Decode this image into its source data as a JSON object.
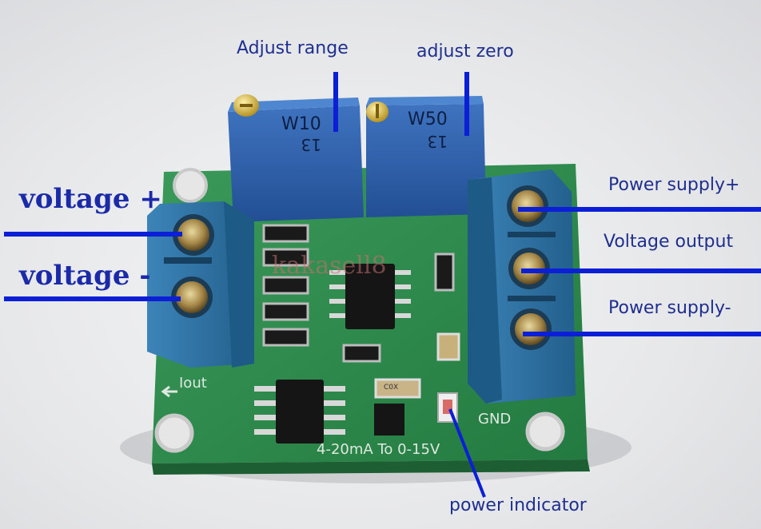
{
  "annotations": {
    "adjust_range": "Adjust range",
    "adjust_zero": "adjust zero",
    "voltage_plus": "voltage +",
    "voltage_minus": "voltage -",
    "power_supply_plus": "Power supply+",
    "voltage_output": "Voltage output",
    "power_supply_minus": "Power supply-",
    "power_indicator": "power indicator"
  },
  "board_text": {
    "pot_left_code": "W10",
    "pot_left_num": "13",
    "pot_right_code": "W50",
    "pot_right_num": "13",
    "iout": "Iout",
    "gnd": "GND",
    "model": "4-20mA To 0-15V",
    "cap_label": "C0X",
    "watermark": "kakasell8"
  },
  "colors": {
    "annotation": "#1f2f8f",
    "arrow": "#0a1fd6",
    "board": "#2f8a4d",
    "terminal": "#2f6f9e",
    "potentiometer": "#2f5fa8"
  }
}
